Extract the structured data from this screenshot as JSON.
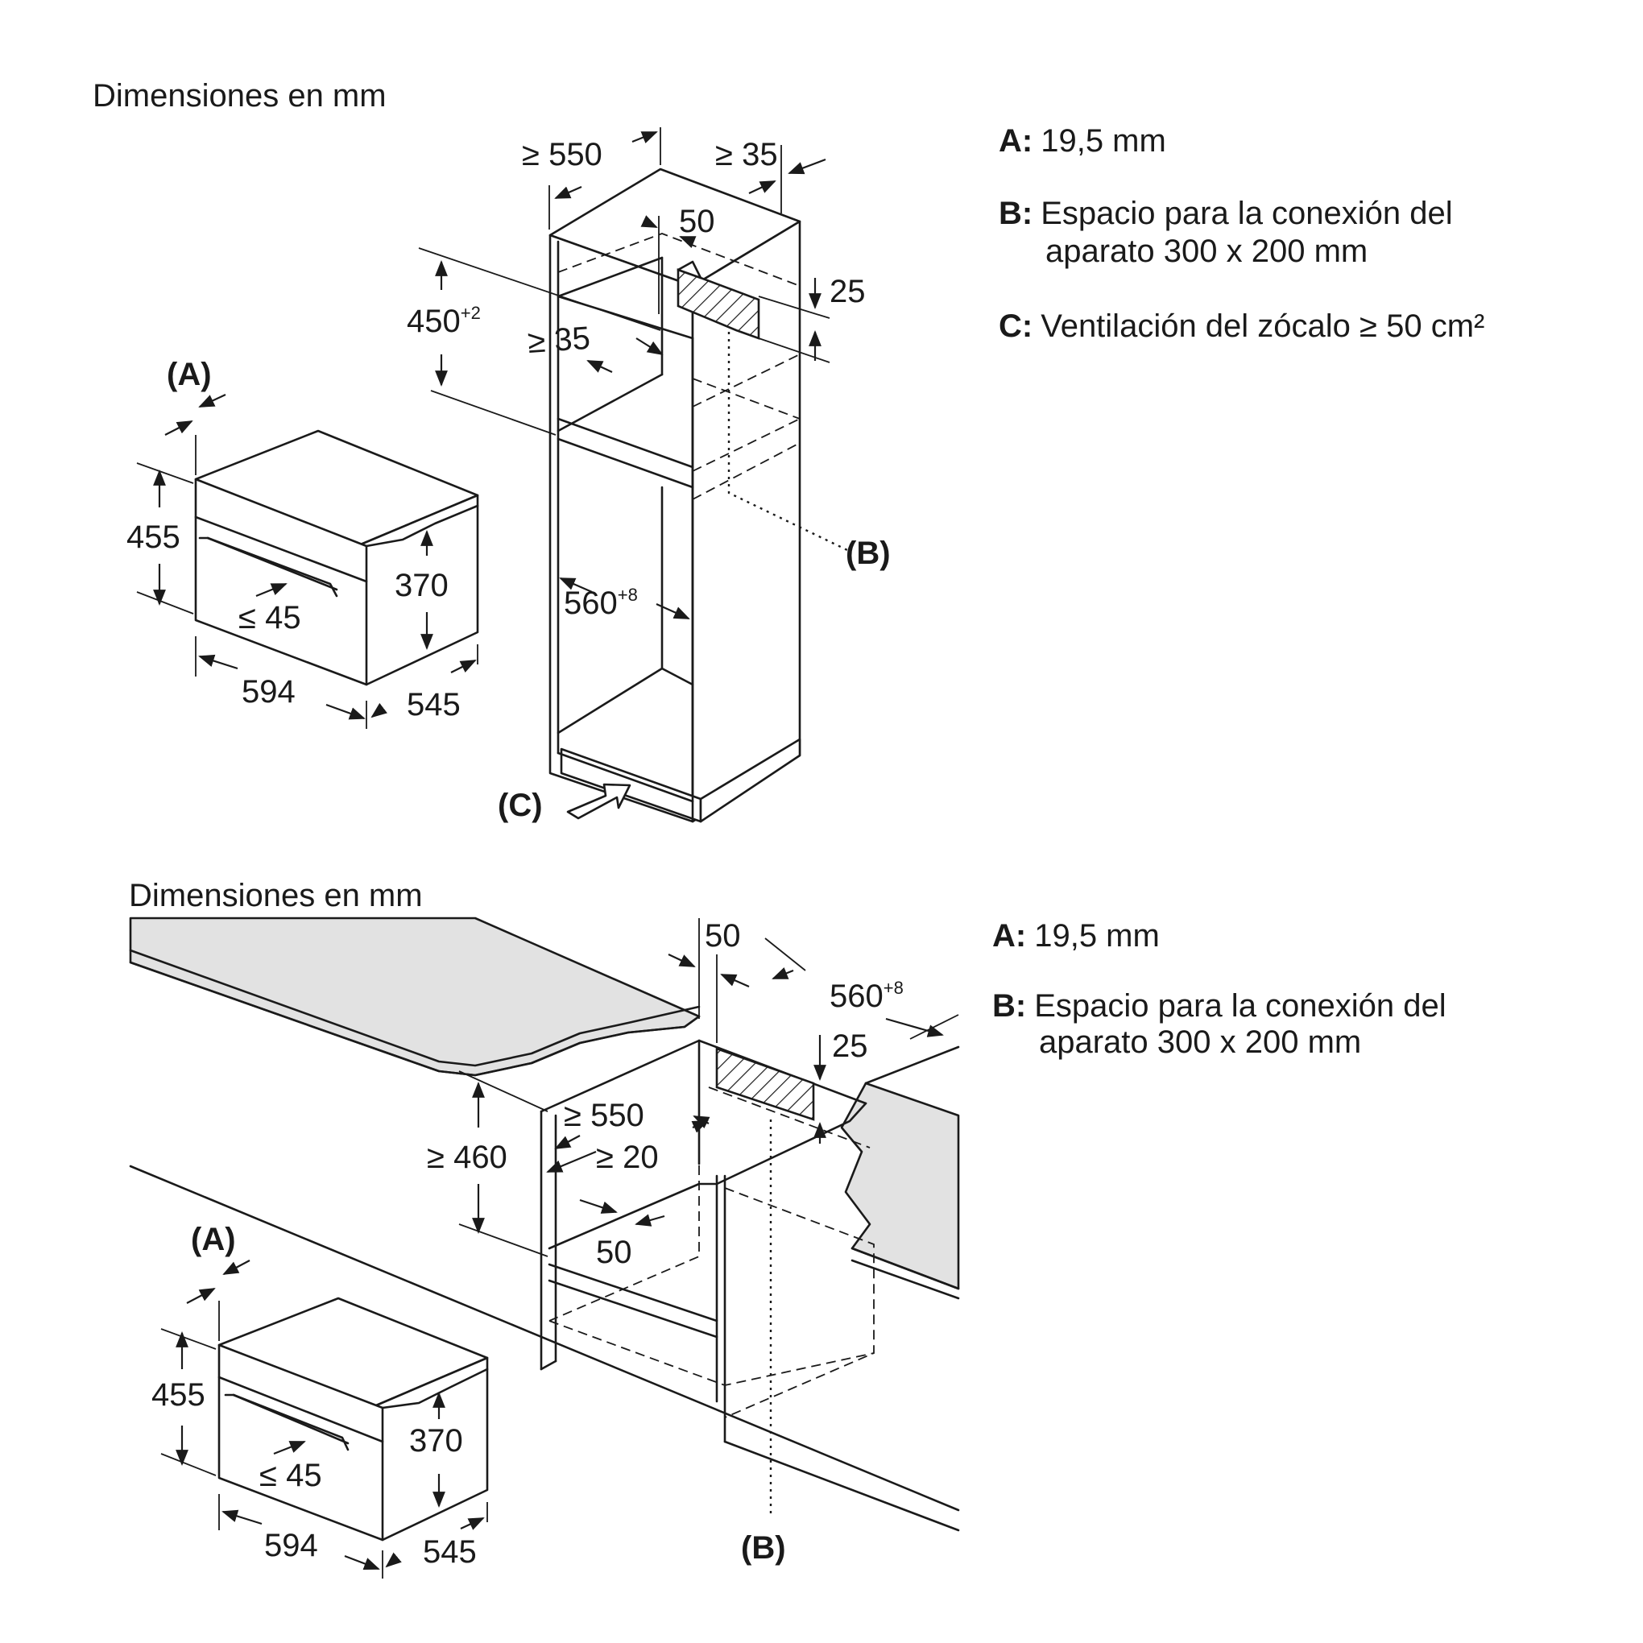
{
  "top_section": {
    "title": "Dimensiones en mm",
    "labels": {
      "A": "(A)",
      "B": "(B)",
      "C": "(C)",
      "d550": "≥ 550",
      "d35_top": "≥ 35",
      "d50": "50",
      "d25": "25",
      "d450": "450",
      "d450_sup": "+2",
      "d35_mid": "≥ 35",
      "d560": "560",
      "d560_sup": "+8",
      "d455": "455",
      "d370": "370",
      "d45": "≤ 45",
      "d594": "594",
      "d545": "545"
    },
    "legend": [
      {
        "key": "A:",
        "text": "19,5 mm"
      },
      {
        "key": "B:",
        "text": "Espacio para la conexión del",
        "text2": "aparato 300 x 200 mm"
      },
      {
        "key": "C:",
        "text": "Ventilación del zócalo ≥ 50 cm²"
      }
    ]
  },
  "bottom_section": {
    "title": "Dimensiones en mm",
    "labels": {
      "A": "(A)",
      "B": "(B)",
      "d50_top": "50",
      "d560": "560",
      "d560_sup": "+8",
      "d25": "25",
      "d550": "≥ 550",
      "d460": "≥ 460",
      "d20": "≥ 20",
      "d50_low": "50",
      "d455": "455",
      "d370": "370",
      "d45": "≤ 45",
      "d594": "594",
      "d545": "545"
    },
    "legend": [
      {
        "key": "A:",
        "text": "19,5 mm"
      },
      {
        "key": "B:",
        "text": "Espacio para la conexión del",
        "text2": "aparato 300 x 200 mm"
      }
    ]
  }
}
